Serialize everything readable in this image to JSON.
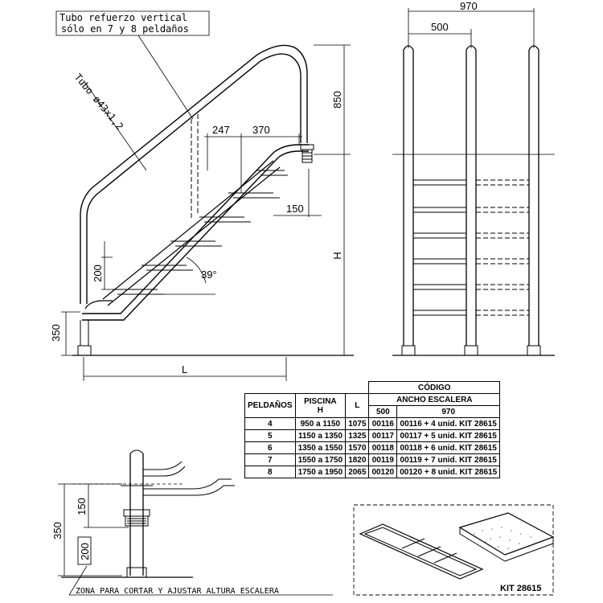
{
  "annotations": {
    "tubo_refuerzo_line1": "Tubo refuerzo vertical",
    "tubo_refuerzo_line2": "sólo en 7 y 8 peldaños",
    "tubo_diameter": "Tubo ø43x1,2",
    "dim_850": "850",
    "dim_247": "247",
    "dim_370": "370",
    "dim_150_side": "150",
    "dim_200_side": "200",
    "dim_39": "39°",
    "dim_350_side": "350",
    "dim_H": "H",
    "dim_L": "L",
    "dim_970": "970",
    "dim_500": "500",
    "detail_150": "150",
    "detail_350": "350",
    "detail_200": "200",
    "zona_cortar": "ZONA PARA CORTAR Y AJUSTAR ALTURA ESCALERA",
    "kit": "KIT 28615"
  },
  "table": {
    "codigo_header": "CÓDIGO",
    "ancho_header": "ANCHO ESCALERA",
    "col_peldanos": "PELDAÑOS",
    "col_piscina_1": "PISCINA",
    "col_piscina_2": "H",
    "col_L": "L",
    "col_500": "500",
    "col_970": "970",
    "rows": [
      {
        "peldanos": "4",
        "piscina": "950 a 1150",
        "L": "1075",
        "c500": "00116",
        "c970": "00116 + 4 unid. KIT 28615"
      },
      {
        "peldanos": "5",
        "piscina": "1150 a 1350",
        "L": "1325",
        "c500": "00117",
        "c970": "00117 + 5 unid. KIT 28615"
      },
      {
        "peldanos": "6",
        "piscina": "1350 a 1550",
        "L": "1570",
        "c500": "00118",
        "c970": "00118 + 6 unid. KIT 28615"
      },
      {
        "peldanos": "7",
        "piscina": "1550 a 1750",
        "L": "1820",
        "c500": "00119",
        "c970": "00119 + 7 unid. KIT 28615"
      },
      {
        "peldanos": "8",
        "piscina": "1750 a 1950",
        "L": "2065",
        "c500": "00120",
        "c970": "00120 + 8 unid. KIT 28615"
      }
    ]
  }
}
